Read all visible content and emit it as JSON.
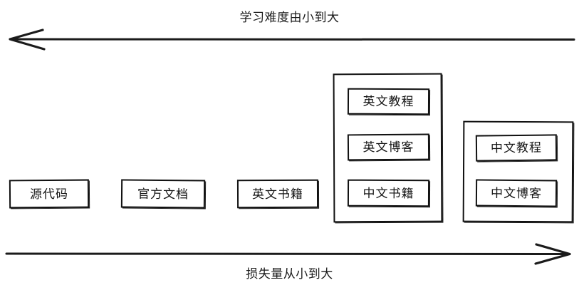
{
  "diagram": {
    "title_top": "学习难度由小到大",
    "title_bottom": "损失量从小到大",
    "axes": [
      {
        "name": "difficulty-axis",
        "label": "学习难度由小到大",
        "direction": "left",
        "position": "top"
      },
      {
        "name": "loss-axis",
        "label": "损失量从小到大",
        "direction": "right",
        "position": "bottom"
      }
    ],
    "nodes": [
      {
        "id": "source-code",
        "label": "源代码"
      },
      {
        "id": "official-docs",
        "label": "官方文档"
      },
      {
        "id": "english-books",
        "label": "英文书籍"
      },
      {
        "id": "english-tutorials",
        "label": "英文教程"
      },
      {
        "id": "english-blogs",
        "label": "英文博客"
      },
      {
        "id": "chinese-books",
        "label": "中文书籍"
      },
      {
        "id": "chinese-tutorials",
        "label": "中文教程"
      },
      {
        "id": "chinese-blogs",
        "label": "中文博客"
      }
    ],
    "groups": [
      {
        "id": "english-group",
        "members": [
          "英文教程",
          "英文博客",
          "中文书籍"
        ]
      },
      {
        "id": "chinese-group",
        "members": [
          "中文教程",
          "中文博客"
        ]
      }
    ],
    "colors": {
      "stroke": "#111111",
      "background": "#ffffff",
      "text": "#141414"
    }
  }
}
